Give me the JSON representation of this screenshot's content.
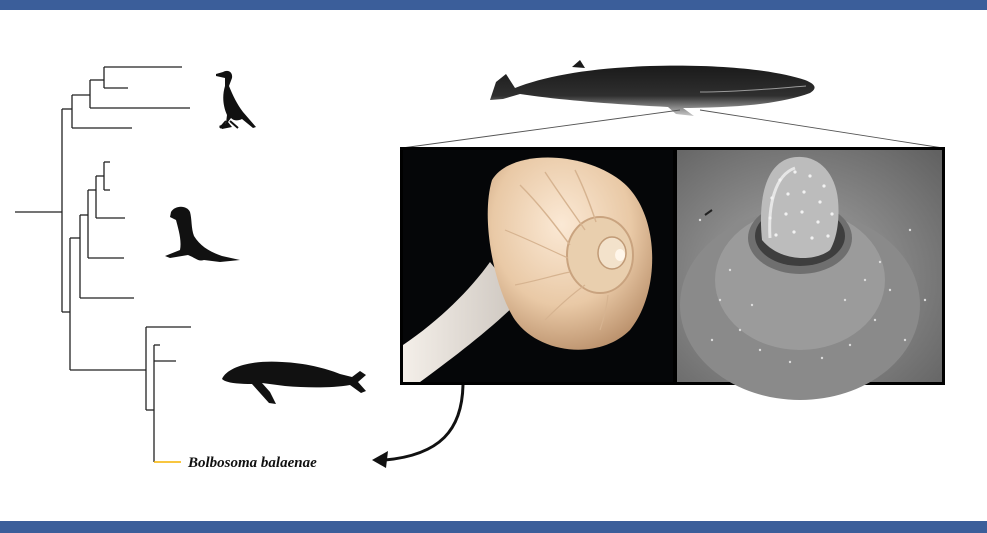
{
  "frame": {
    "border_color": "#3b5e9a"
  },
  "phylogeny": {
    "line_color": "#222222",
    "highlight_color": "#f5b301",
    "clades": [
      "bird",
      "pinniped",
      "whale"
    ],
    "highlighted_taxon": "Bolbosoma balaenae"
  },
  "icons": {
    "bird": "cormorant-silhouette-icon",
    "pinniped": "sea-lion-silhouette-icon",
    "whale": "humpback-whale-silhouette-icon",
    "host": "fin-whale-illustration",
    "arrow": "curved-arrow-icon"
  },
  "panels": {
    "left": "proboscis-light-micrograph",
    "right": "proboscis-sem-micrograph"
  }
}
